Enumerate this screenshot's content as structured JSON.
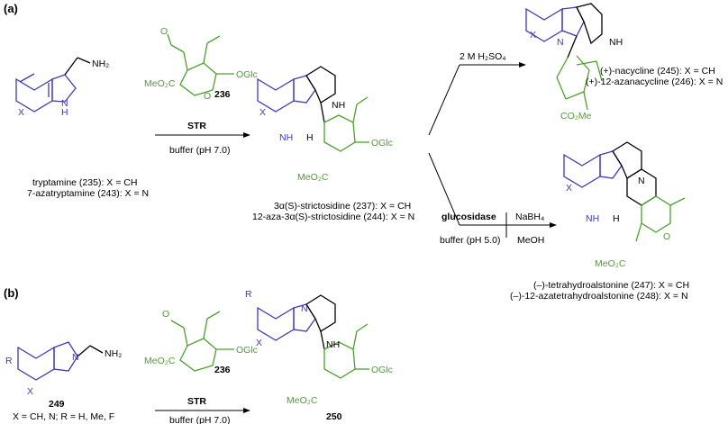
{
  "panels": {
    "a": "(a)",
    "b": "(b)"
  },
  "colors": {
    "indole": "#3b3bb4",
    "secologanin": "#4ca02c",
    "text": "#000000"
  },
  "atoms": {
    "nh": "NH",
    "nh2": "NH₂",
    "h": "H",
    "n": "N",
    "x": "X",
    "r": "R",
    "oglc": "OGlc",
    "meo2c": "MeO₂C",
    "co2me": "CO₂Me",
    "meo2c_b": "MeO₂C"
  },
  "compounds": {
    "c236_a": "236",
    "c236_b": "236",
    "c249": "249",
    "c250": "250"
  },
  "labels": {
    "tryptamine": "tryptamine (235): X = CH",
    "azatryptamine": "7-azatryptamine (243): X = N",
    "strictosidine": "3α(S)-strictosidine (237): X = CH",
    "azastrictosidine": "12-aza-3α(S)-strictosidine (244): X = N",
    "nacycline": "(+)-nacycline (245): X = CH",
    "azanacycline": "(+)-12-azanacycline (246): X = N",
    "tetrahydroalstonine": "(–)-tetrahydroalstonine (247): X = CH",
    "azatetrahydroalstonine": "(–)-12-azatetrahydroalstonine (248): X = N",
    "c249_sub": "X = CH, N; R = H, Me, F"
  },
  "reagents": {
    "str_a": "STR",
    "buffer_a": "buffer (pH 7.0)",
    "acid": "2 M H₂SO₄",
    "glucosidase": "glucosidase",
    "buffer_b": "buffer (pH 5.0)",
    "nabh4": "NaBH₄",
    "meoh": "MeOH",
    "str_b": "STR",
    "buffer_c": "buffer (pH 7.0)"
  }
}
